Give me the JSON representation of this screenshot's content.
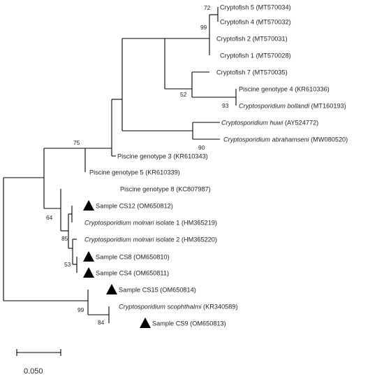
{
  "tree": {
    "taxa": [
      {
        "id": "cryptofish5",
        "name": "Cryptofish 5",
        "italic": "",
        "rest": "",
        "accession": "(MT570034)",
        "sample": false
      },
      {
        "id": "cryptofish4",
        "name": "Cryptofish 4",
        "italic": "",
        "rest": "",
        "accession": "(MT570032)",
        "sample": false
      },
      {
        "id": "cryptofish2",
        "name": "Cryptofish 2",
        "italic": "",
        "rest": "",
        "accession": "(MT570031)",
        "sample": false
      },
      {
        "id": "cryptofish1",
        "name": "Cryptofish 1",
        "italic": "",
        "rest": "",
        "accession": "(MT570028)",
        "sample": false
      },
      {
        "id": "cryptofish7",
        "name": "Cryptofish 7",
        "italic": "",
        "rest": "",
        "accession": "(MT570035)",
        "sample": false
      },
      {
        "id": "piscine4",
        "name": "Piscine genotype 4",
        "italic": "",
        "rest": "",
        "accession": "(KR610336)",
        "sample": false
      },
      {
        "id": "bollandi",
        "name": "",
        "italic": "Cryptosporidium bollandi",
        "rest": "",
        "accession": "(MT160193)",
        "sample": false
      },
      {
        "id": "huwi",
        "name": "",
        "italic": "Cryptosporidium huwi",
        "rest": "",
        "accession": "(AY524772)",
        "sample": false
      },
      {
        "id": "abrahamseni",
        "name": "",
        "italic": "Cryptosporidium abrahamseni",
        "rest": "",
        "accession": "(MW080520)",
        "sample": false
      },
      {
        "id": "piscine3",
        "name": "Piscine genotype 3",
        "italic": "",
        "rest": "",
        "accession": "(KR610343)",
        "sample": false
      },
      {
        "id": "piscine5",
        "name": "Piscine genotype 5",
        "italic": "",
        "rest": "",
        "accession": "(KR610339)",
        "sample": false
      },
      {
        "id": "piscine8",
        "name": "Piscine genotype 8",
        "italic": "",
        "rest": "",
        "accession": "(KC807987)",
        "sample": false
      },
      {
        "id": "cs12",
        "name": "Sample CS12",
        "italic": "",
        "rest": "",
        "accession": "(OM650812)",
        "sample": true
      },
      {
        "id": "molnari1",
        "name": "",
        "italic": "Cryptosporidium molnari",
        "rest": "isolate 1",
        "accession": "(HM365219)",
        "sample": false
      },
      {
        "id": "molnari2",
        "name": "",
        "italic": "Cryptosporidium molnari",
        "rest": "isolate 2",
        "accession": "(HM365220)",
        "sample": false
      },
      {
        "id": "cs8",
        "name": "Sample CS8",
        "italic": "",
        "rest": "",
        "accession": "(OM650810)",
        "sample": true
      },
      {
        "id": "cs4",
        "name": "Sample CS4",
        "italic": "",
        "rest": "",
        "accession": "(OM650811)",
        "sample": true
      },
      {
        "id": "cs15",
        "name": "Sample CS15",
        "italic": "",
        "rest": "",
        "accession": "(OM650814)",
        "sample": true
      },
      {
        "id": "scophthalmi",
        "name": "",
        "italic": "Cryptosporidium scophthalmi",
        "rest": "",
        "accession": "(KR340589)",
        "sample": false
      },
      {
        "id": "cs9",
        "name": "Sample CS9",
        "italic": "",
        "rest": "",
        "accession": "(OM650813)",
        "sample": true
      }
    ],
    "bootstrap": [
      {
        "id": "b72",
        "value": "72"
      },
      {
        "id": "b99a",
        "value": "99"
      },
      {
        "id": "b52",
        "value": "52"
      },
      {
        "id": "b93",
        "value": "93"
      },
      {
        "id": "b90",
        "value": "90"
      },
      {
        "id": "b75",
        "value": "75"
      },
      {
        "id": "b64",
        "value": "64"
      },
      {
        "id": "b85",
        "value": "85"
      },
      {
        "id": "b53",
        "value": "53"
      },
      {
        "id": "b99b",
        "value": "99"
      },
      {
        "id": "b84",
        "value": "84"
      }
    ],
    "scale_bar_label": "0.050"
  }
}
